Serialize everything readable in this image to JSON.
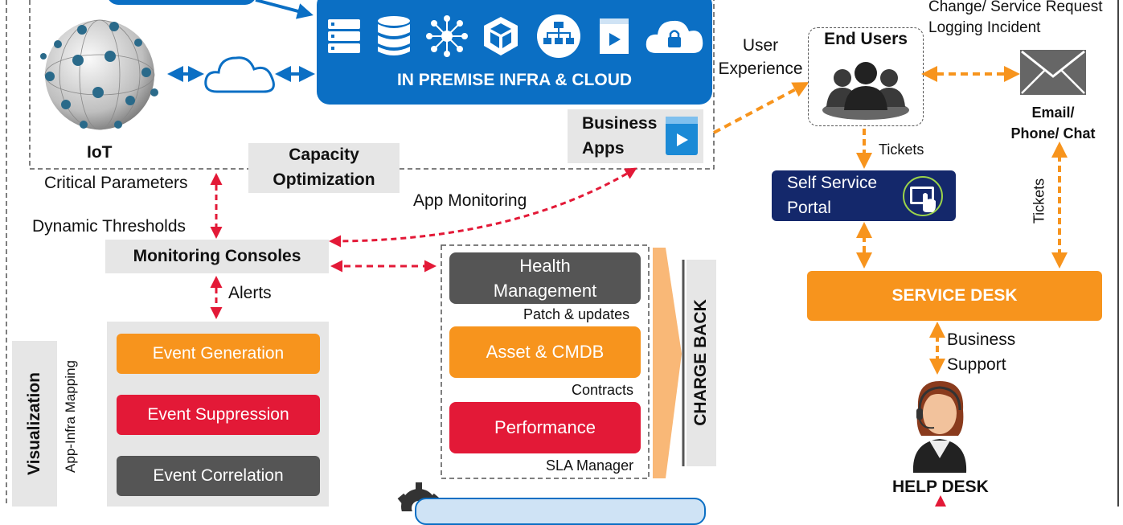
{
  "colors": {
    "blue": "#0b6fc4",
    "navy": "#14286b",
    "orange": "#f7941d",
    "red": "#e31937",
    "dark_grey": "#555555",
    "light_grey": "#e6e6e6",
    "charge_back": "#f9b877"
  },
  "infra": {
    "title": "IN PREMISE INFRA & CLOUD",
    "icons": [
      "server-rack-icon",
      "database-icon",
      "network-hub-icon",
      "virtual-cube-icon",
      "network-topology-icon",
      "app-window-icon",
      "cloud-lock-icon"
    ]
  },
  "iot": {
    "label": "IoT",
    "cloud_icon": "cloud-icon",
    "globe_icon": "iot-globe-icon"
  },
  "business_apps": {
    "line1": "Business",
    "line2": "Apps",
    "icon": "app-window-icon"
  },
  "capacity": {
    "line1": "Capacity",
    "line2": "Optimization"
  },
  "left_labels": {
    "critical_parameters": "Critical Parameters",
    "dynamic_thresholds": "Dynamic Thresholds",
    "alerts": "Alerts",
    "app_monitoring": "App Monitoring"
  },
  "monitoring_consoles": "Monitoring Consoles",
  "visualization": {
    "title": "Visualization",
    "subtitle": "App-Infra Mapping"
  },
  "events": {
    "generation": "Event Generation",
    "suppression": "Event Suppression",
    "correlation": "Event Correlation"
  },
  "management": {
    "health_line1": "Health",
    "health_line2": "Management",
    "patch": "Patch & updates",
    "asset": "Asset & CMDB",
    "contracts": "Contracts",
    "performance": "Performance",
    "sla": "SLA Manager"
  },
  "charge_back": "CHARGE BACK",
  "user_experience": {
    "line1": "User",
    "line2": "Experience"
  },
  "end_users": {
    "label": "End Users",
    "icon": "users-group-icon"
  },
  "change_request": {
    "line1": "Change/ Service Request",
    "line2": "Logging Incident"
  },
  "email": {
    "line1": "Email/",
    "line2": "Phone/ Chat",
    "icon": "envelope-icon"
  },
  "tickets_1": "Tickets",
  "tickets_2": "Tickets",
  "self_service": {
    "line1": "Self Service",
    "line2": "Portal",
    "icon": "touch-screen-icon"
  },
  "service_desk": "SERVICE DESK",
  "business_support": {
    "line1": "Business",
    "line2": "Support"
  },
  "help_desk": {
    "label": "HELP DESK",
    "icon": "helpdesk-agent-icon"
  }
}
